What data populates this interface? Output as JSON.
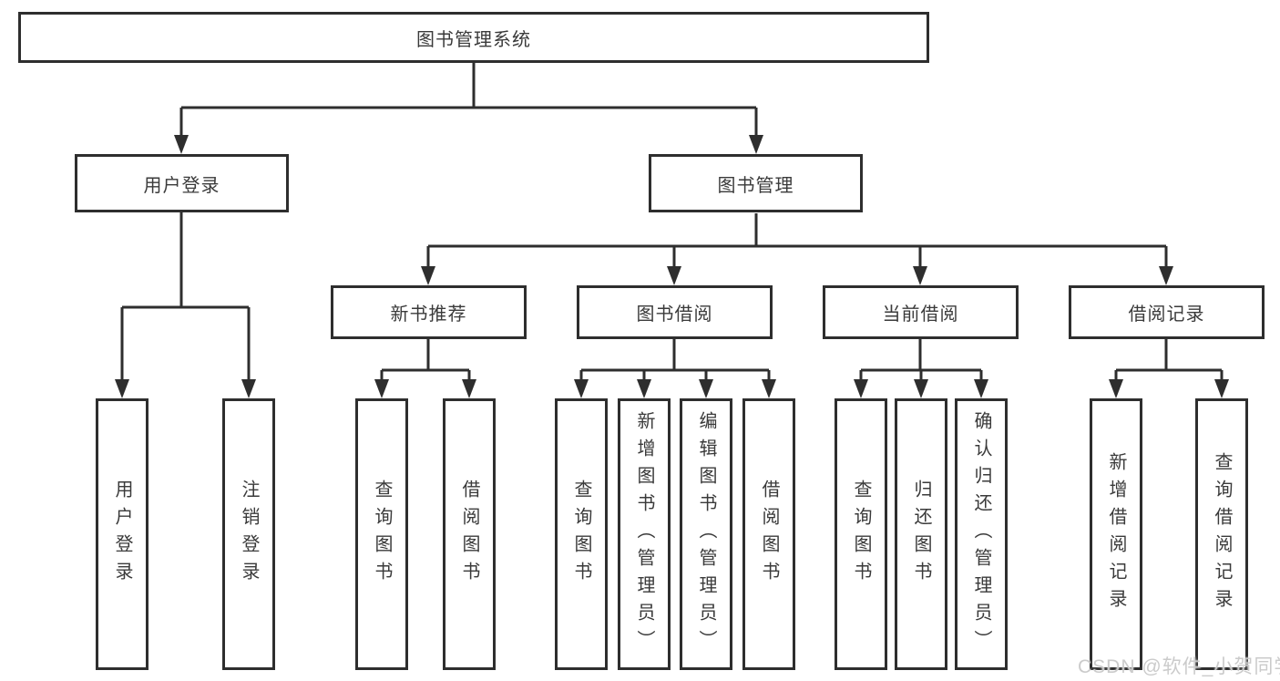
{
  "diagram": {
    "root": {
      "label": "图书管理系统"
    },
    "branches": [
      {
        "label": "用户登录",
        "children": [
          {
            "label": "用户登录"
          },
          {
            "label": "注销登录"
          }
        ]
      },
      {
        "label": "图书管理",
        "children": [
          {
            "label": "新书推荐",
            "children": [
              {
                "label": "查询图书"
              },
              {
                "label": "借阅图书"
              }
            ]
          },
          {
            "label": "图书借阅",
            "children": [
              {
                "label": "查询图书"
              },
              {
                "label": "新增图书（管理员）"
              },
              {
                "label": "编辑图书（管理员）"
              },
              {
                "label": "借阅图书"
              }
            ]
          },
          {
            "label": "当前借阅",
            "children": [
              {
                "label": "查询图书"
              },
              {
                "label": "归还图书"
              },
              {
                "label": "确认归还（管理员）"
              }
            ]
          },
          {
            "label": "借阅记录",
            "children": [
              {
                "label": "新增借阅记录"
              },
              {
                "label": "查询借阅记录"
              }
            ]
          }
        ]
      }
    ]
  },
  "watermark": {
    "text": "CSDN @软件_小贺同学"
  },
  "colors": {
    "line": "#2e2e2e",
    "text": "#3a3a3a",
    "background": "#ffffff",
    "watermark": "#c8c8c8"
  }
}
